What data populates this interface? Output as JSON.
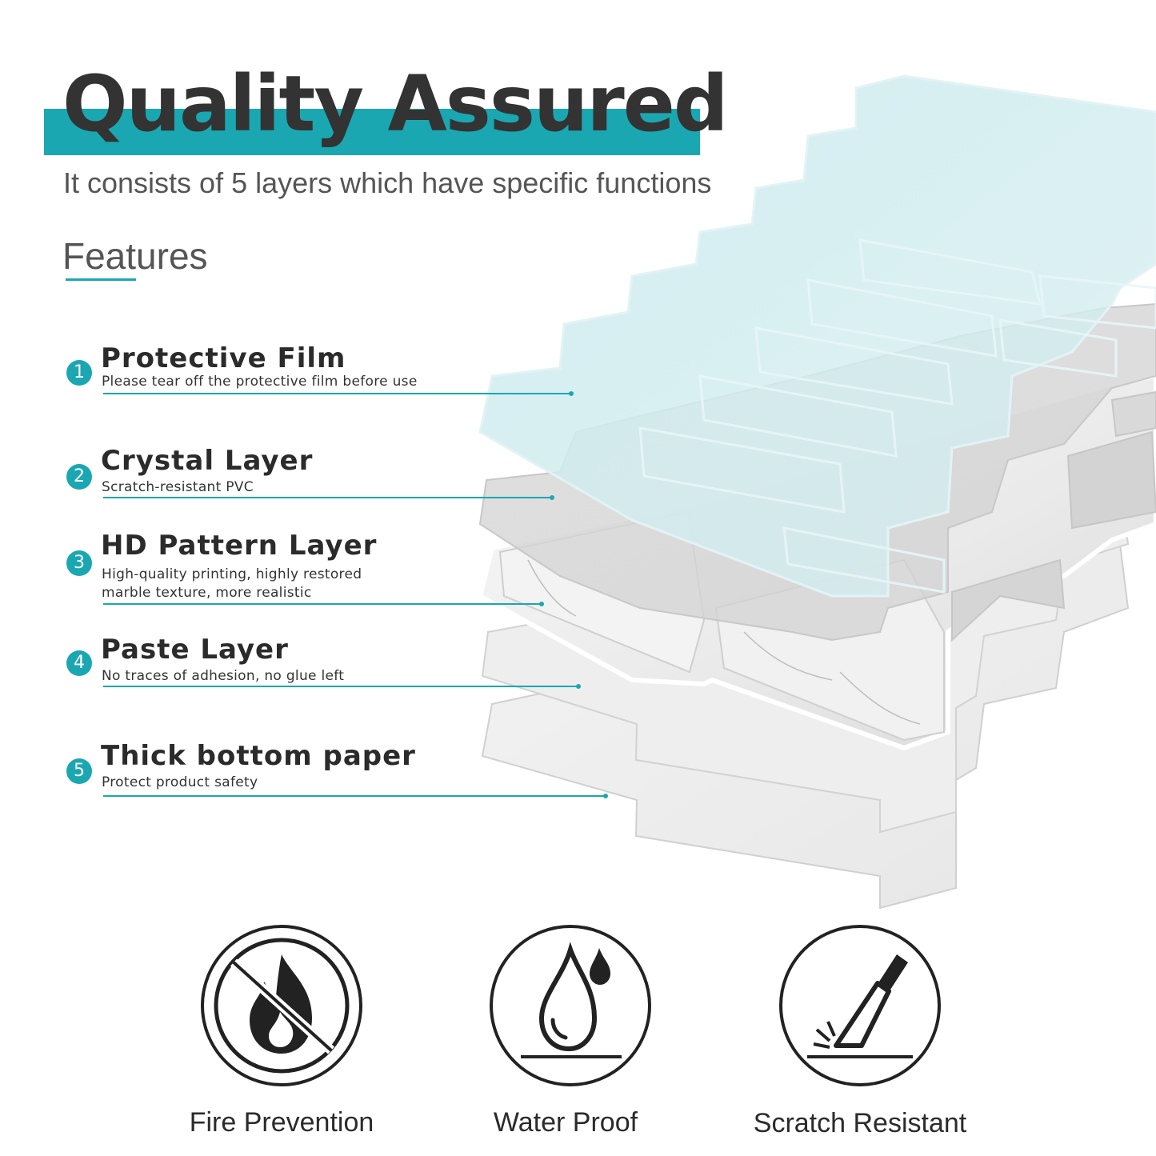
{
  "header": {
    "title": "Quality Assured",
    "subtitle": "It consists of 5 layers which have specific functions",
    "accent_color": "#1ba7b1"
  },
  "features_section": {
    "heading": "Features",
    "layers": [
      {
        "number": "1",
        "title": "Protective Film",
        "description": "Please tear off the protective film before use"
      },
      {
        "number": "2",
        "title": "Crystal Layer",
        "description": "Scratch-resistant PVC"
      },
      {
        "number": "3",
        "title": "HD Pattern Layer",
        "description": "High-quality printing, highly restored\nmarble texture, more realistic"
      },
      {
        "number": "4",
        "title": "Paste Layer",
        "description": "No traces of adhesion, no glue left"
      },
      {
        "number": "5",
        "title": "Thick bottom paper",
        "description": "Protect product safety"
      }
    ]
  },
  "properties": [
    {
      "label": "Fire Prevention",
      "icon": "no-fire-icon"
    },
    {
      "label": "Water Proof",
      "icon": "water-drop-icon"
    },
    {
      "label": "Scratch Resistant",
      "icon": "knife-scratch-icon"
    }
  ]
}
